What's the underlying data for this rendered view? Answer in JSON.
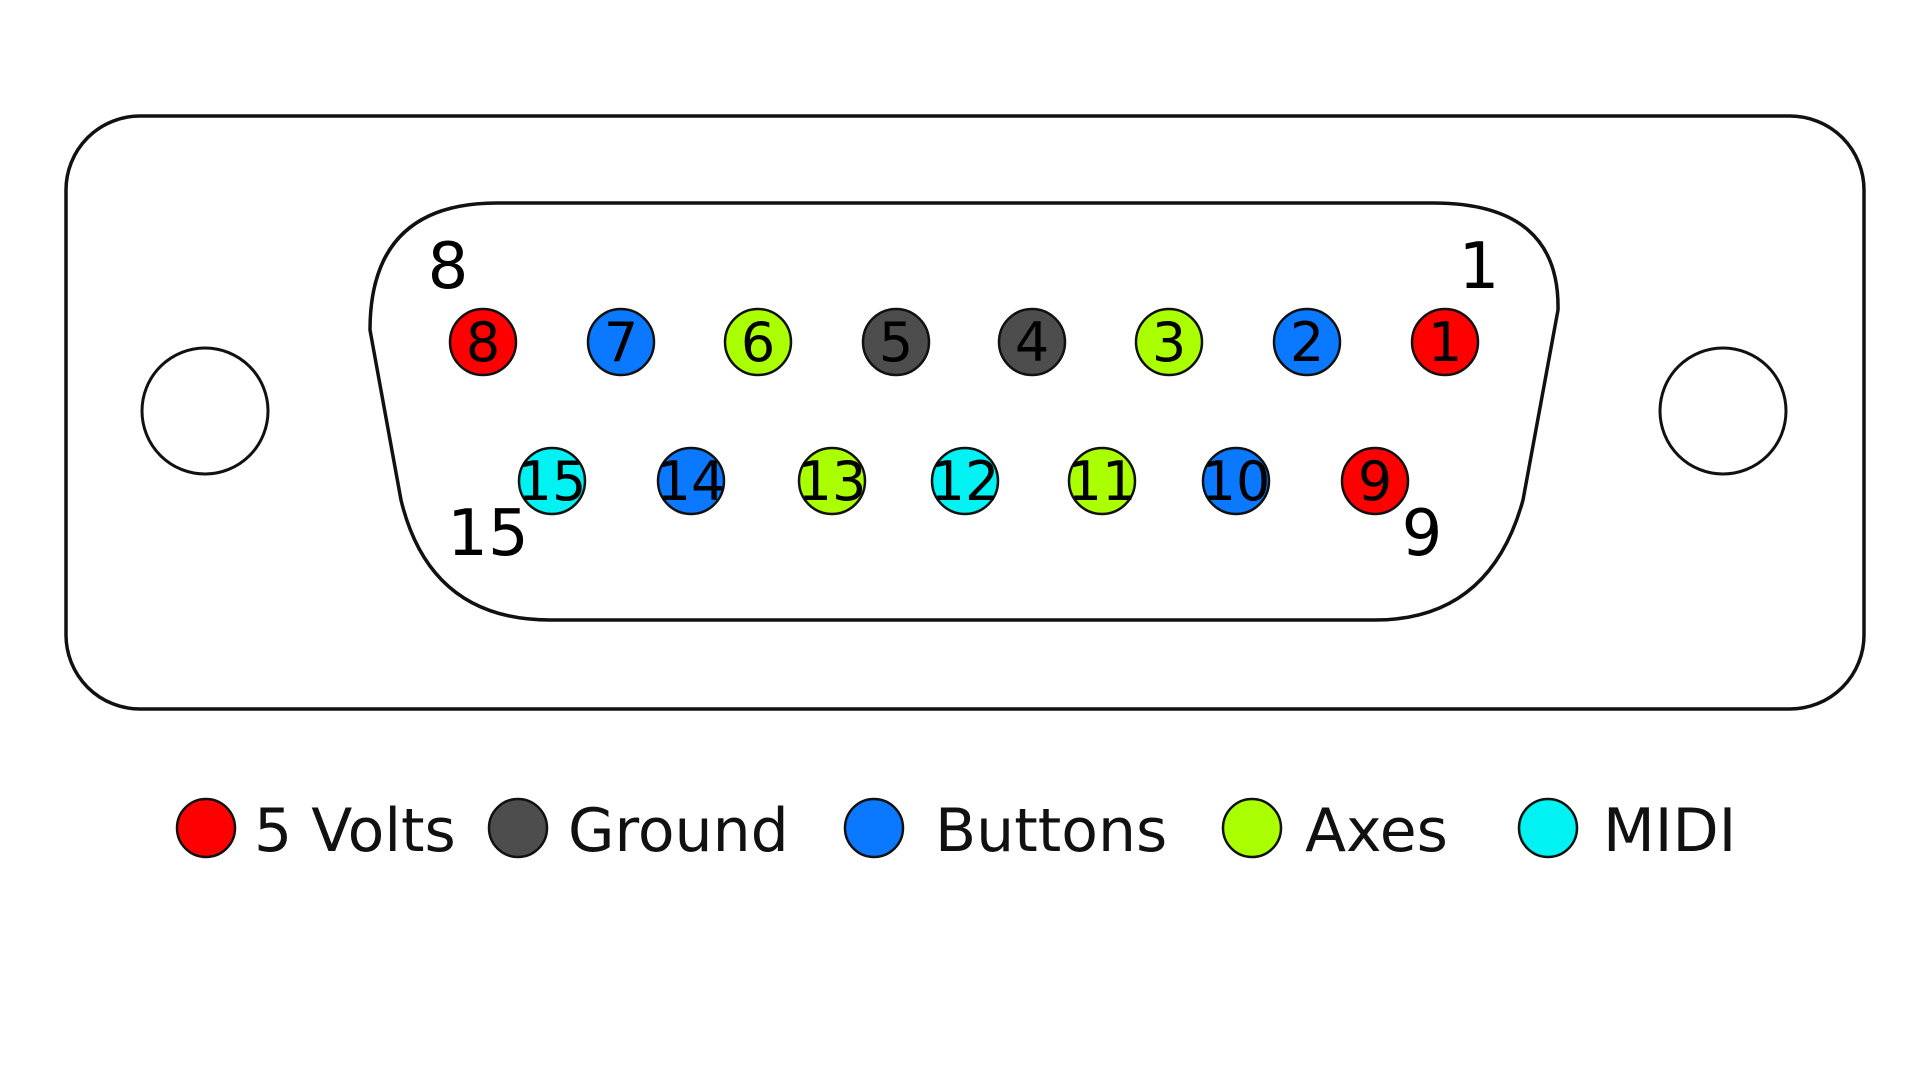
{
  "colors": {
    "5v": "#ff0000",
    "ground": "#4d4d4d",
    "buttons": "#0a78ff",
    "axes": "#aaff00",
    "midi": "#00f2f2",
    "outline": "#111111"
  },
  "corner_labels": {
    "top_left": "8",
    "top_right": "1",
    "bottom_left": "15",
    "bottom_right": "9"
  },
  "pins": {
    "top_row": [
      {
        "label": "8",
        "type": "5v"
      },
      {
        "label": "7",
        "type": "buttons"
      },
      {
        "label": "6",
        "type": "axes"
      },
      {
        "label": "5",
        "type": "ground"
      },
      {
        "label": "4",
        "type": "ground"
      },
      {
        "label": "3",
        "type": "axes"
      },
      {
        "label": "2",
        "type": "buttons"
      },
      {
        "label": "1",
        "type": "5v"
      }
    ],
    "bottom_row": [
      {
        "label": "15",
        "type": "midi"
      },
      {
        "label": "14",
        "type": "buttons"
      },
      {
        "label": "13",
        "type": "axes"
      },
      {
        "label": "12",
        "type": "midi"
      },
      {
        "label": "11",
        "type": "axes"
      },
      {
        "label": "10",
        "type": "buttons"
      },
      {
        "label": "9",
        "type": "5v"
      }
    ]
  },
  "legend": [
    {
      "label": "5 Volts",
      "type": "5v"
    },
    {
      "label": "Ground",
      "type": "ground"
    },
    {
      "label": "Buttons",
      "type": "buttons"
    },
    {
      "label": "Axes",
      "type": "axes"
    },
    {
      "label": "MIDI",
      "type": "midi"
    }
  ]
}
